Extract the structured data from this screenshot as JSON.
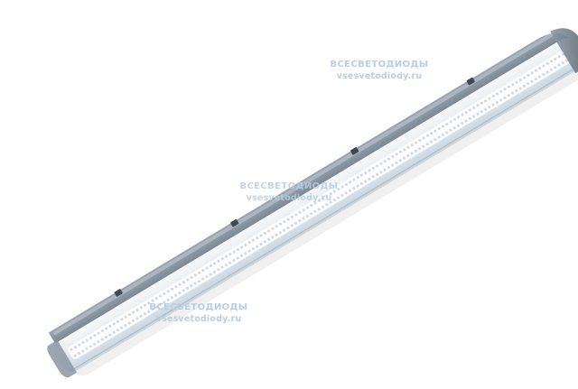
{
  "image": {
    "subject": "linear LED luminaire",
    "background_color": "#ffffff",
    "housing_color": "#6f7b86",
    "diffuser_color": "#e8eef3",
    "led_color": "#ffffff"
  },
  "watermarks": [
    {
      "line1": "ВСЕСВЕТОДИОДЫ",
      "line2": "vsesvetodiody.ru"
    },
    {
      "line1": "ВСЕСВЕТОДИОДЫ",
      "line2": "vsesvetodiody.ru"
    },
    {
      "line1": "ВСЕСВЕТОДИОДЫ",
      "line2": "vsesvetodiody.ru"
    }
  ]
}
